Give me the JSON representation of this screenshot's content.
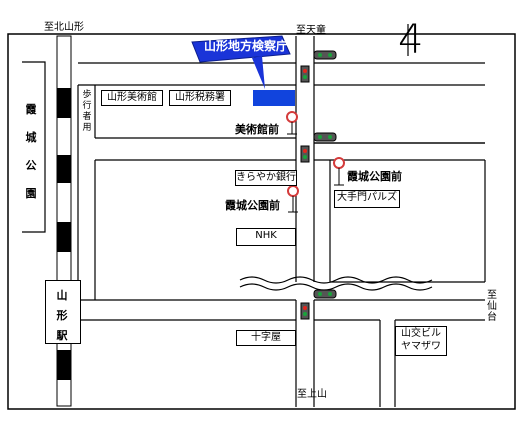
{
  "directions": {
    "north_left": "至北山形",
    "north": "至天童",
    "south": "至上山",
    "east": "至仙台"
  },
  "north_arrow": "4",
  "highlight": {
    "label": "山形地方検察庁",
    "color": "#1a34d8"
  },
  "park": {
    "label": "霞城公園"
  },
  "station": {
    "label": "山形駅"
  },
  "walkway": {
    "label": "歩行者用"
  },
  "buildings": {
    "museum": "山形美術館",
    "tax_office": "山形税務署",
    "kirayaka": "きらやか銀行",
    "nhk": "NHK",
    "otemon": "大手門パルズ",
    "jujiya": "十字屋",
    "sankou": "山交ビル\nヤマザワ"
  },
  "bus_stops": {
    "bijutsukan": "美術館前",
    "kajo_east": "霞城公園前",
    "kajo_west": "霞城公園前"
  },
  "colors": {
    "highlight_block": "#1144dd",
    "traffic_red": "#e0261e",
    "traffic_green": "#19a33a",
    "bus_sign": "#d43b3b"
  }
}
